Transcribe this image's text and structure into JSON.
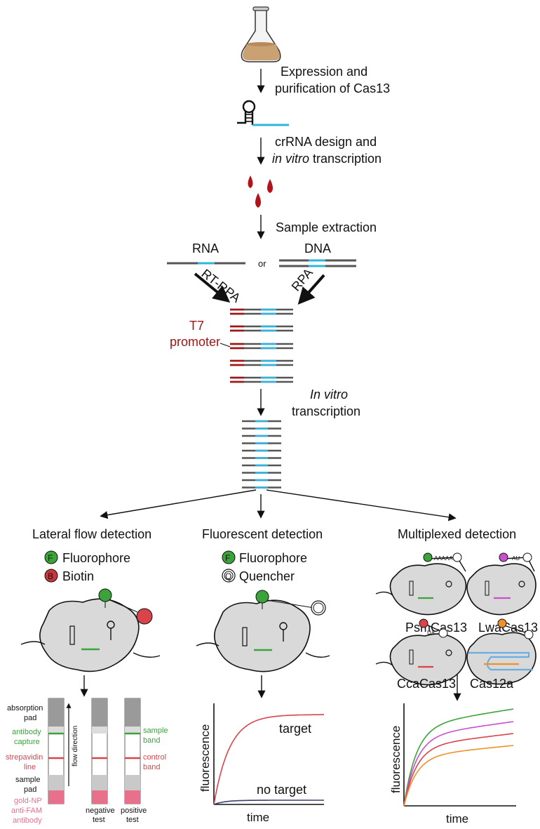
{
  "steps": {
    "expression_line1": "Expression and",
    "expression_line2": "purification of Cas13",
    "crrna_line1": "crRNA design and",
    "crrna_in_vitro": "in vitro",
    "crrna_line2_rest": " transcription",
    "sample_extraction": "Sample extraction",
    "rna": "RNA",
    "or": "or",
    "dna": "DNA",
    "rt_rpa": "RT-RPA",
    "rpa": "RPA",
    "t7_line1": "T7",
    "t7_line2": "promoter",
    "ivt_line1": "In vitro",
    "ivt_line2": "transcription"
  },
  "lateral": {
    "title": "Lateral flow detection",
    "legend": [
      {
        "symbol": "F",
        "label": "Fluorophore",
        "color": "#3aa43a"
      },
      {
        "symbol": "B",
        "label": "Biotin",
        "color": "#c8373d"
      }
    ],
    "strip_labels": {
      "absorption1": "absorption",
      "absorption2": "pad",
      "antibody1": "antibody",
      "antibody2": "capture",
      "strep1": "strepavidin",
      "strep2": "line",
      "sample1": "sample",
      "sample2": "pad",
      "gold1": "gold-NP",
      "gold2": "anti-FAM",
      "gold3": "antibody",
      "flow_direction": "flow direction",
      "neg1": "negative",
      "neg2": "test",
      "pos1": "positive",
      "pos2": "test",
      "sband1": "sample",
      "sband2": "band",
      "cband1": "control",
      "cband2": "band"
    }
  },
  "fluorescent": {
    "title": "Fluorescent detection",
    "legend": [
      {
        "symbol": "F",
        "label": "Fluorophore",
        "color": "#3aa43a"
      },
      {
        "symbol": "Q",
        "label": "Quencher",
        "color": "#ffffff"
      }
    ],
    "chart_data": {
      "type": "line",
      "xlabel": "time",
      "ylabel": "fluorescence",
      "series": [
        {
          "name": "target",
          "color": "#d9444b",
          "curve": "rapid rise then plateau high"
        },
        {
          "name": "no target",
          "color": "#3a3f6e",
          "curve": "flat near baseline"
        }
      ]
    }
  },
  "multiplexed": {
    "title": "Multiplexed detection",
    "enzymes": [
      {
        "name": "PsmCas13",
        "motif": "AAAAA",
        "color": "#3aa43a"
      },
      {
        "name": "LwaCas13",
        "motif": "AU",
        "color": "#c94fd0"
      },
      {
        "name": "CcaCas13",
        "motif": "UA",
        "color": "#d9444b"
      },
      {
        "name": "Cas12a",
        "motif": "",
        "color": "#f0902a"
      }
    ],
    "chart_data": {
      "type": "line",
      "xlabel": "time",
      "ylabel": "fluorescence",
      "series": [
        {
          "color": "#3aa43a",
          "plateau_rank": 1
        },
        {
          "color": "#c94fd0",
          "plateau_rank": 2
        },
        {
          "color": "#d9444b",
          "plateau_rank": 3
        },
        {
          "color": "#f0902a",
          "plateau_rank": 4
        }
      ]
    }
  }
}
